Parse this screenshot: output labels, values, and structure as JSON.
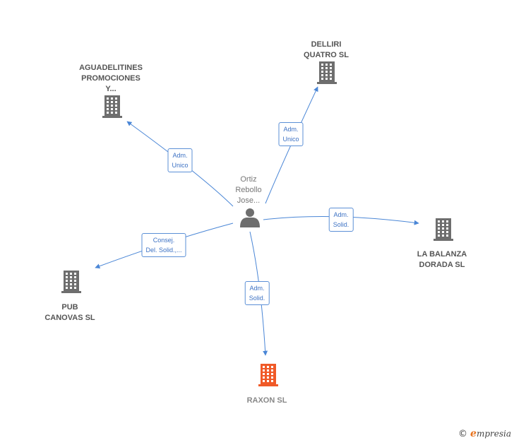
{
  "colors": {
    "edge": "#4a86d6",
    "building": "#6e6e6e",
    "highlight": "#f05a28",
    "person": "#6e6e6e"
  },
  "center": {
    "lines": [
      "Ortiz",
      "Rebollo",
      "Jose..."
    ],
    "icon": "person-icon"
  },
  "nodes": [
    {
      "id": "aguadelitines",
      "lines": [
        "AGUADELITINES",
        "PROMOCIONES",
        "Y..."
      ],
      "icon": "building-icon"
    },
    {
      "id": "delliri",
      "lines": [
        "DELLIRI",
        "QUATRO SL"
      ],
      "icon": "building-icon"
    },
    {
      "id": "labalanza",
      "lines": [
        "LA BALANZA",
        "DORADA SL"
      ],
      "icon": "building-icon"
    },
    {
      "id": "pub",
      "lines": [
        "PUB",
        "CANOVAS SL"
      ],
      "icon": "building-icon"
    },
    {
      "id": "raxon",
      "lines": [
        "RAXON SL"
      ],
      "icon": "building-icon",
      "highlight": true
    }
  ],
  "edges": [
    {
      "to": "aguadelitines",
      "label": [
        "Adm.",
        "Unico"
      ]
    },
    {
      "to": "delliri",
      "label": [
        "Adm.",
        "Unico"
      ]
    },
    {
      "to": "labalanza",
      "label": [
        "Adm.",
        "Solid."
      ]
    },
    {
      "to": "pub",
      "label": [
        "Consej.",
        "Del. Solid.,..."
      ]
    },
    {
      "to": "raxon",
      "label": [
        "Adm.",
        "Solid."
      ]
    }
  ],
  "footer": {
    "copyright": "©",
    "brand_first": "e",
    "brand_rest": "mpresia"
  }
}
